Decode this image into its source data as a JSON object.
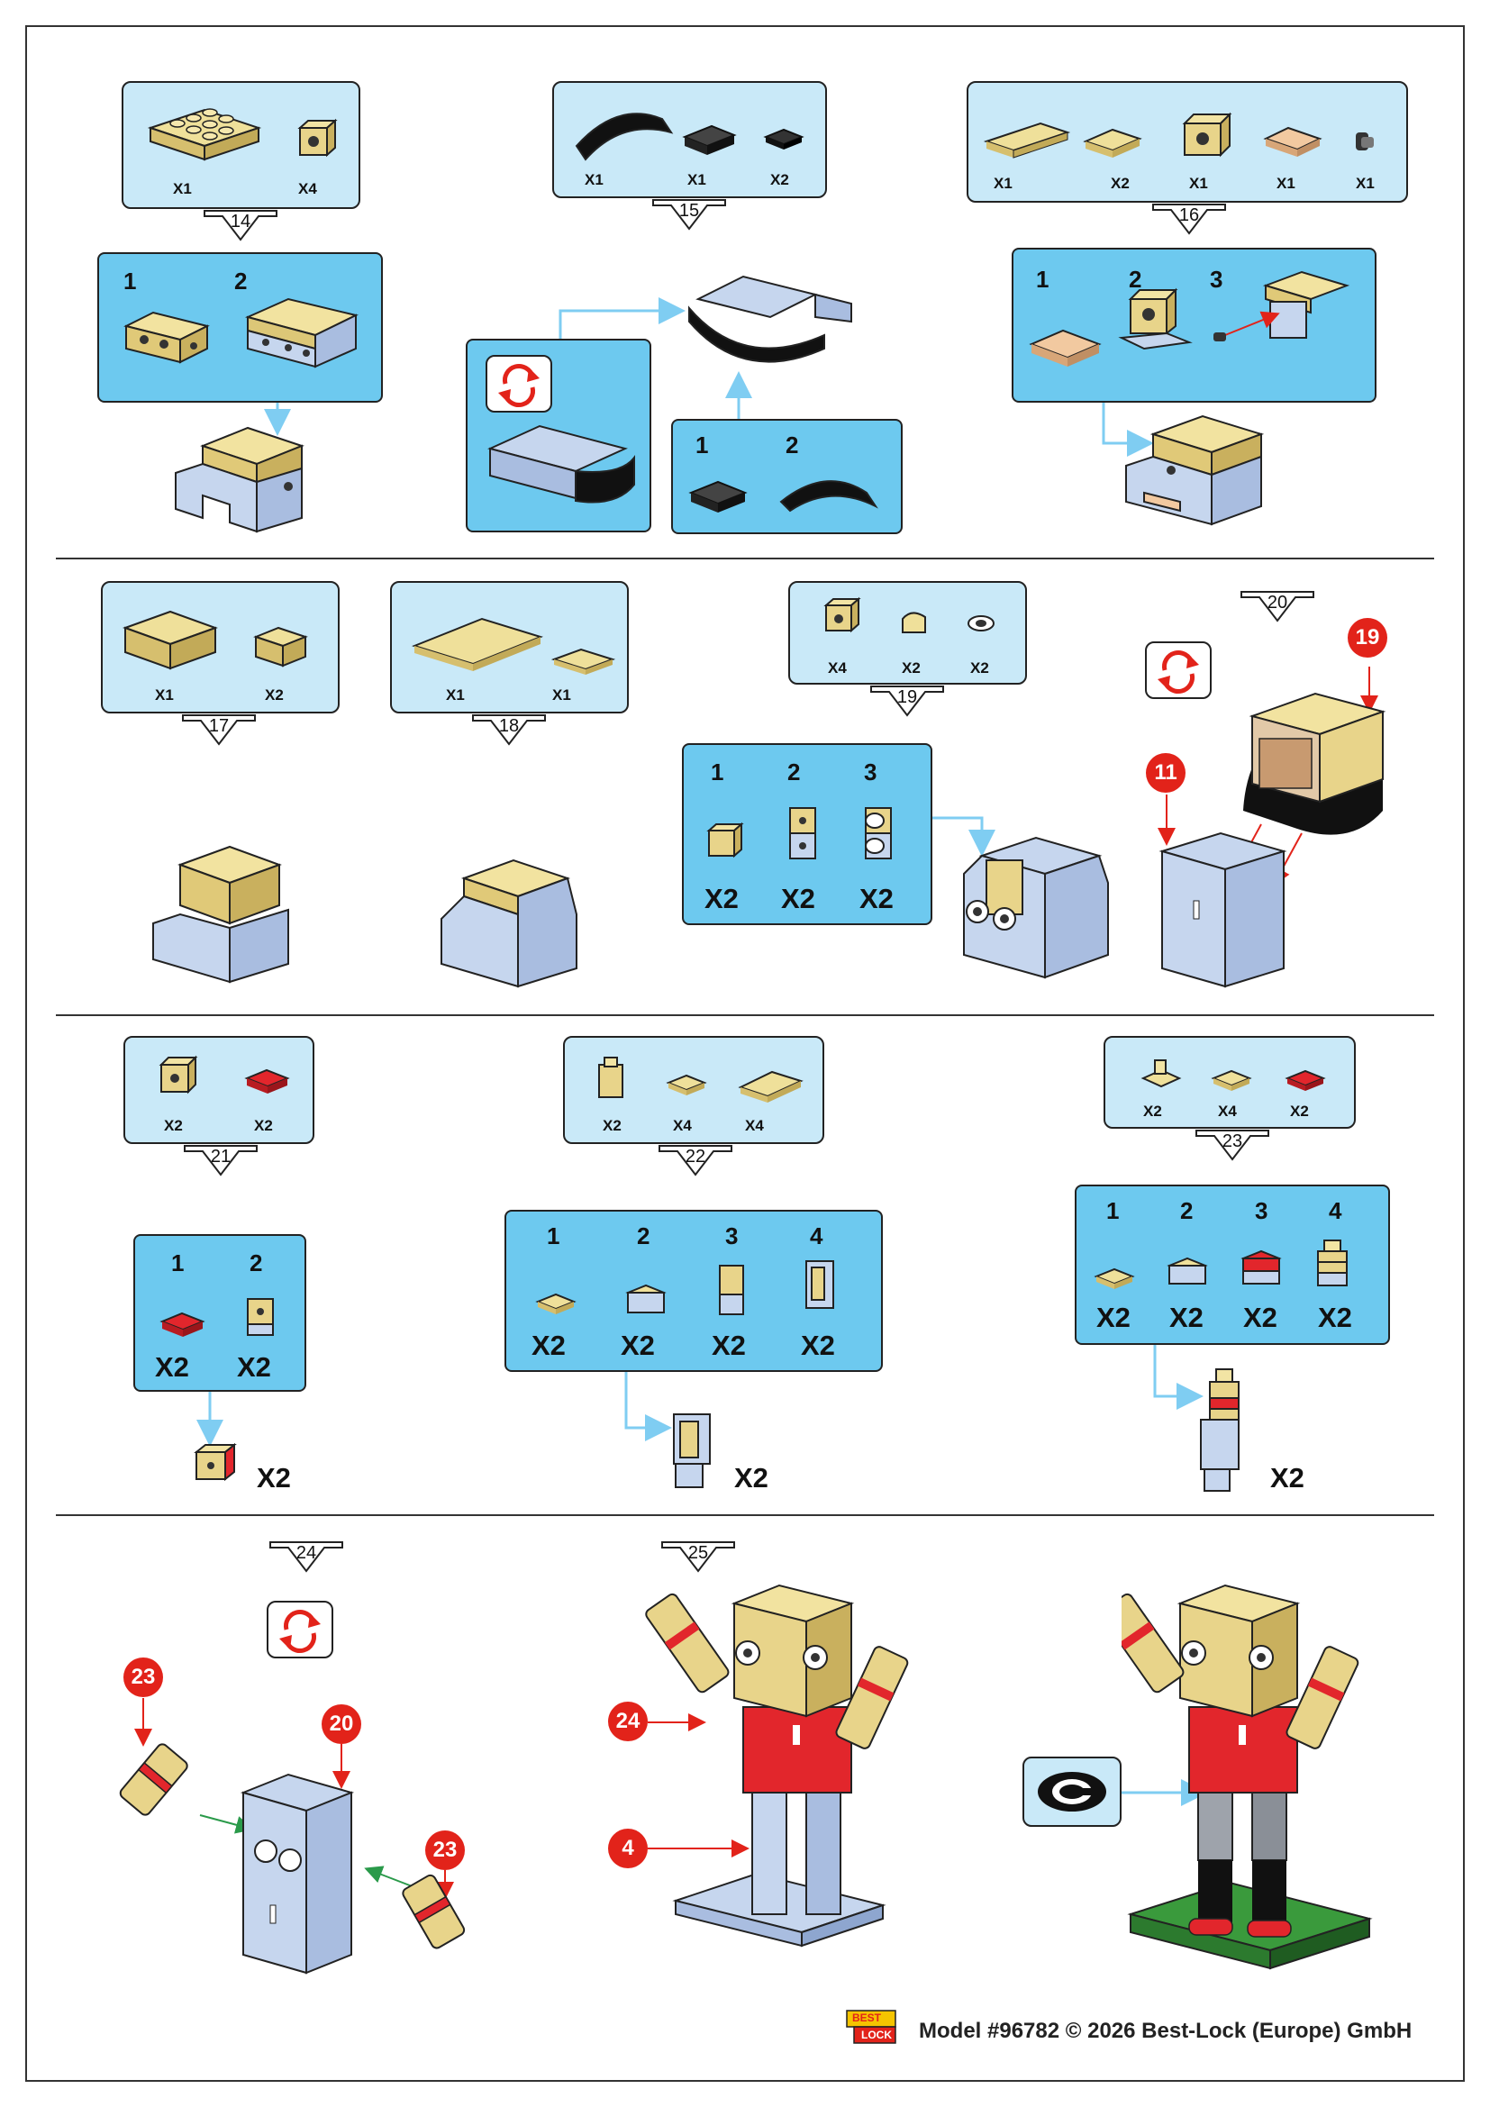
{
  "footer": {
    "text": "Model #96782 © 2026 Best-Lock (Europe) GmbH",
    "logo_top": "BEST",
    "logo_bottom": "LOCK"
  },
  "colors": {
    "tan": "#e8d48a",
    "light_blue_grey": "#c6d6ee",
    "red": "#d8262c",
    "panel_light": "#c9e9f8",
    "panel_blue": "#6dc9ef",
    "callout": "#e2231a",
    "green": "#3a9a3c"
  },
  "steps": {
    "s14": {
      "num": "14",
      "parts": [
        "X1",
        "X4"
      ],
      "sub": [
        "1",
        "2"
      ]
    },
    "s15": {
      "num": "15",
      "parts": [
        "X1",
        "X1",
        "X2"
      ],
      "sub": [
        "1",
        "2"
      ]
    },
    "s16": {
      "num": "16",
      "parts": [
        "X1",
        "X2",
        "X1",
        "X1",
        "X1"
      ],
      "sub": [
        "1",
        "2",
        "3"
      ]
    },
    "s17": {
      "num": "17",
      "parts": [
        "X1",
        "X2"
      ]
    },
    "s18": {
      "num": "18",
      "parts": [
        "X1",
        "X1"
      ]
    },
    "s19": {
      "num": "19",
      "parts": [
        "X4",
        "X2",
        "X2"
      ],
      "sub": [
        "1",
        "2",
        "3"
      ],
      "subqty": [
        "X2",
        "X2",
        "X2"
      ]
    },
    "s20": {
      "num": "20",
      "callouts": [
        "19",
        "11"
      ]
    },
    "s21": {
      "num": "21",
      "parts": [
        "X2",
        "X2"
      ],
      "sub": [
        "1",
        "2"
      ],
      "subqty": [
        "X2",
        "X2"
      ],
      "result": "X2"
    },
    "s22": {
      "num": "22",
      "parts": [
        "X2",
        "X4",
        "X4"
      ],
      "sub": [
        "1",
        "2",
        "3",
        "4"
      ],
      "subqty": [
        "X2",
        "X2",
        "X2",
        "X2"
      ],
      "result": "X2"
    },
    "s23": {
      "num": "23",
      "parts": [
        "X2",
        "X4",
        "X2"
      ],
      "sub": [
        "1",
        "2",
        "3",
        "4"
      ],
      "subqty": [
        "X2",
        "X2",
        "X2",
        "X2"
      ],
      "result": "X2"
    },
    "s24": {
      "num": "24",
      "callouts": [
        "23",
        "20",
        "23"
      ]
    },
    "s25": {
      "num": "25",
      "callouts": [
        "24",
        "4"
      ]
    }
  }
}
